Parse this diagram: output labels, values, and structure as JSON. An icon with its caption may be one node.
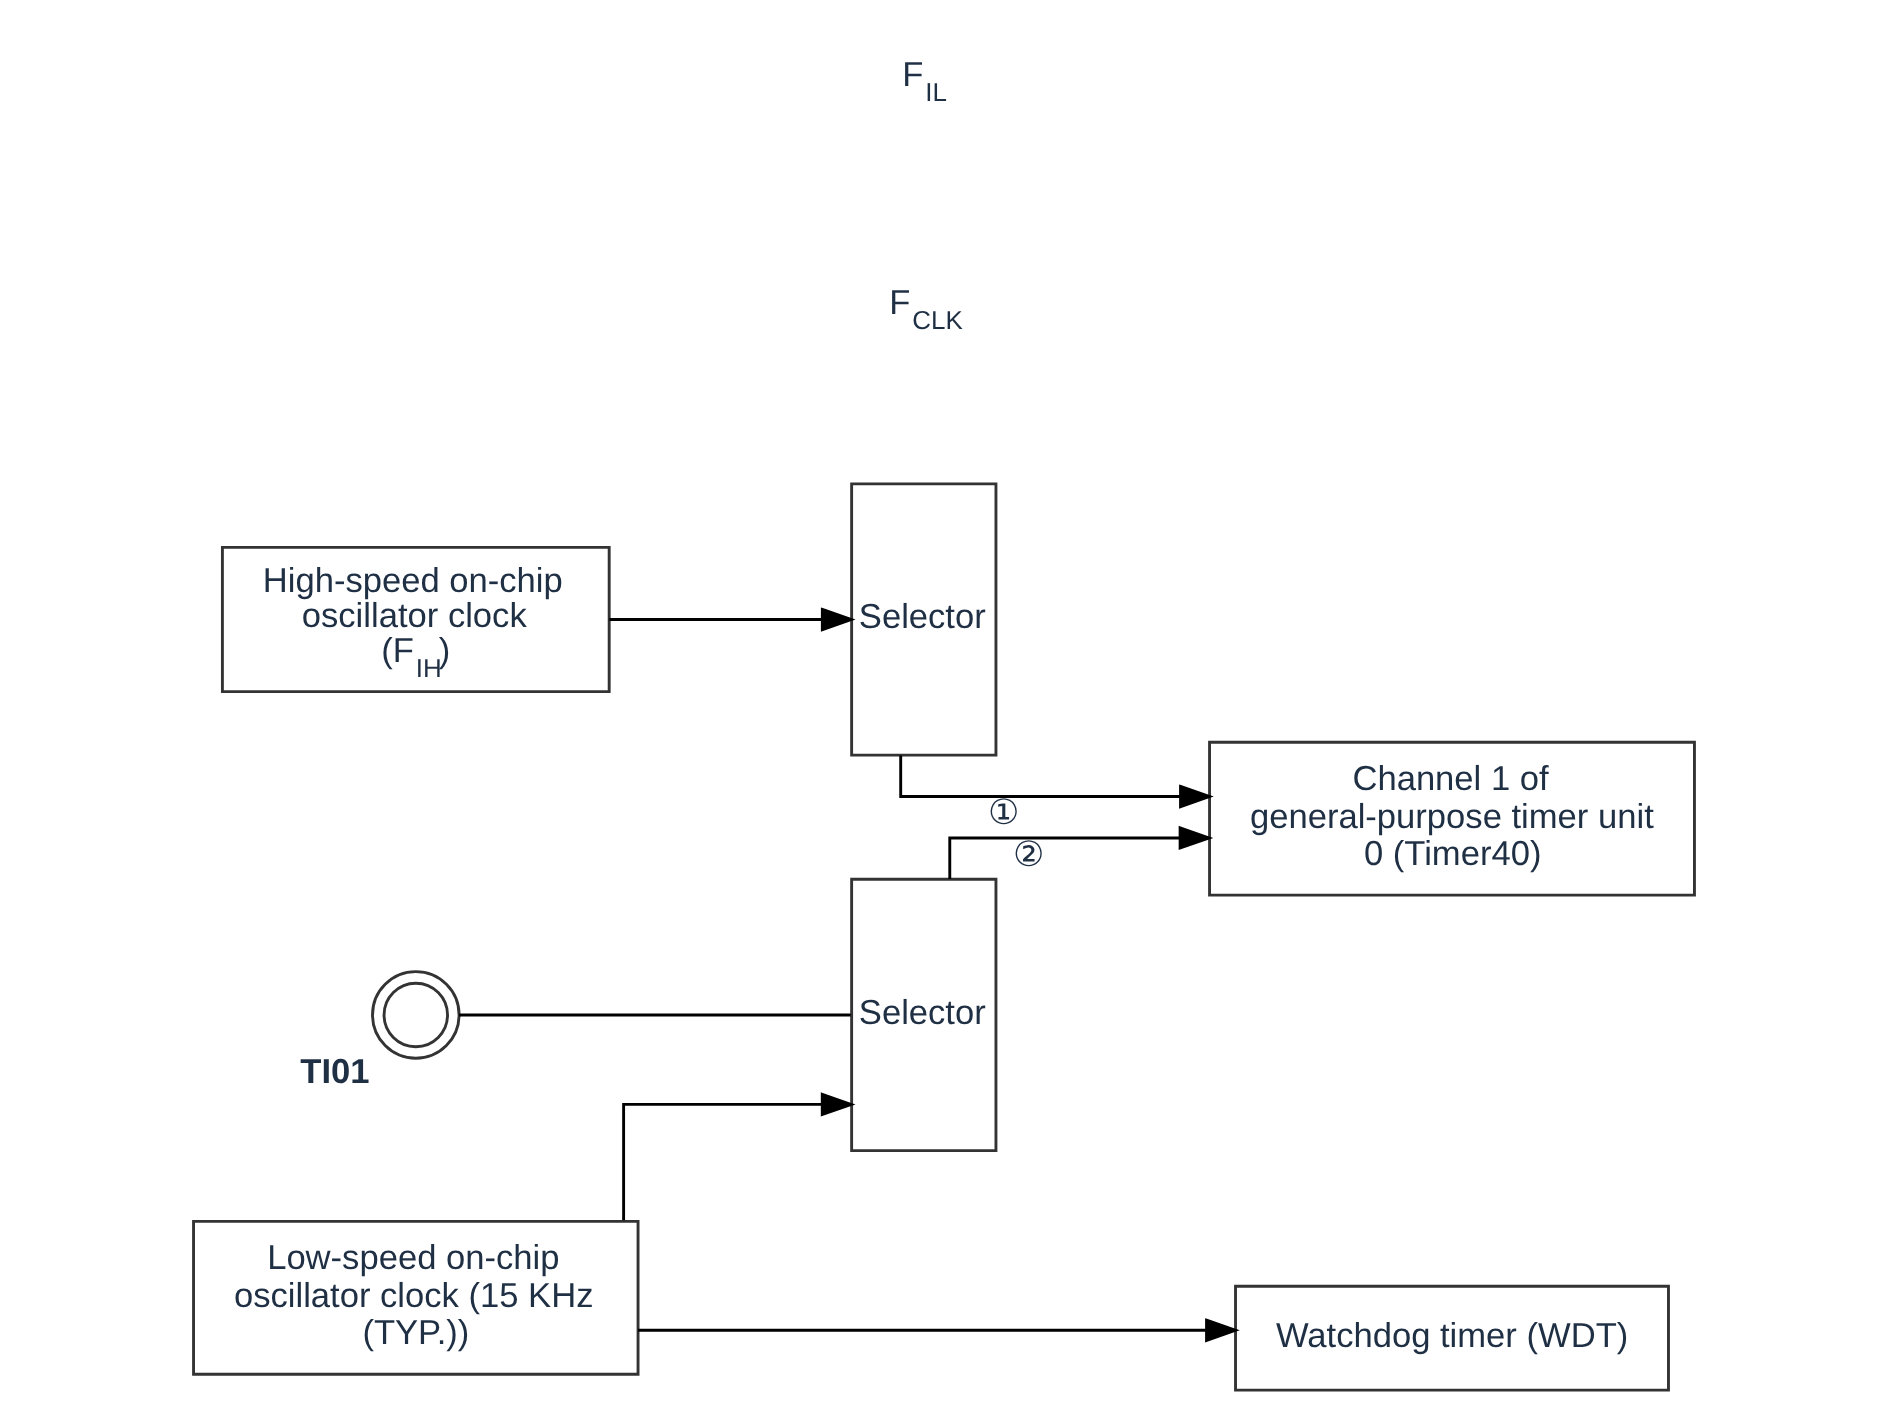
{
  "diagram": {
    "nodes": [
      {
        "text": [
          "High-speed on-chip oscillator clock (F$_{IH}$)"
        ]
      },
      {
        "text": [
          "Selector"
        ]
      },
      {
        "text": [],
        "shape": "circle",
        "beside": [
          "TI01"
        ]
      },
      {
        "text": [
          "Selector"
        ]
      },
      {
        "text": [
          "Channel 1 of general-purpose timer unit 0 (Timer40)"
        ]
      },
      {
        "text": [
          "Low-speed on-chip oscillator clock (15 KHz (TYP.))"
        ]
      },
      {
        "text": [
          "Watchdog timer (WDT)"
        ]
      }
    ],
    "edges": [
      {
        "from": 0,
        "to": 1,
        "arrow": "to"
      },
      {
        "from": 1,
        "to": 4,
        "arrow": "to",
        "label": "①"
      },
      {
        "from": 2,
        "to": 3,
        "arrow": "none"
      },
      {
        "from": 3,
        "to": 4,
        "arrow": "to",
        "label": "②"
      },
      {
        "from": 5,
        "to": 3,
        "arrow": "to"
      },
      {
        "from": 5,
        "to": 6,
        "arrow": "to"
      }
    ],
    "labels": [
      "F$_{CLK}$",
      "F$_{IL}$"
    ]
  }
}
